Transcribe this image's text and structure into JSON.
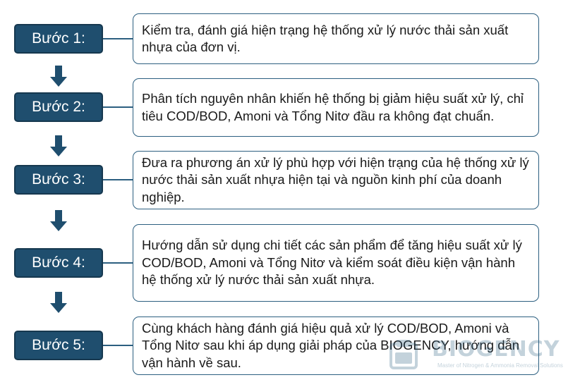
{
  "steps": [
    {
      "label": "Bước 1:",
      "description": "Kiểm tra, đánh giá hiện trạng hệ thống xử lý nước thải sản xuất nhựa của đơn vị."
    },
    {
      "label": "Bước 2:",
      "description": "Phân tích nguyên nhân khiến hệ thống bị giảm hiệu suất xử lý, chỉ tiêu COD/BOD, Amoni và Tổng Nitơ đầu ra không đạt chuẩn."
    },
    {
      "label": "Bước 3:",
      "description": "Đưa ra phương án xử lý phù hợp với hiện trạng của hệ thống xử lý nước thải sản xuất nhựa hiện tại và nguồn kinh phí của doanh nghiệp."
    },
    {
      "label": "Bước 4:",
      "description": "Hướng dẫn sử dụng chi tiết các sản phẩm để tăng hiệu suất xử lý COD/BOD, Amoni và Tổng Nitơ và kiểm soát điều kiện vận hành hệ thống xử lý nước thải sản xuất nhựa."
    },
    {
      "label": "Bước 5:",
      "description": "Cùng khách hàng đánh giá hiệu quả xử lý COD/BOD, Amoni và Tổng Nitơ sau khi áp dụng giải pháp của BIOGENCY, hướng dẫn vận hành về sau."
    }
  ],
  "watermark": {
    "brand": "BIOGENCY",
    "tagline": "Master of Nitrogen & Ammonia Removal Solutions"
  },
  "colors": {
    "step_fill": "#1f4e6e",
    "box_border": "#2c5f80",
    "arrow_fill": "#1f4e6e"
  }
}
